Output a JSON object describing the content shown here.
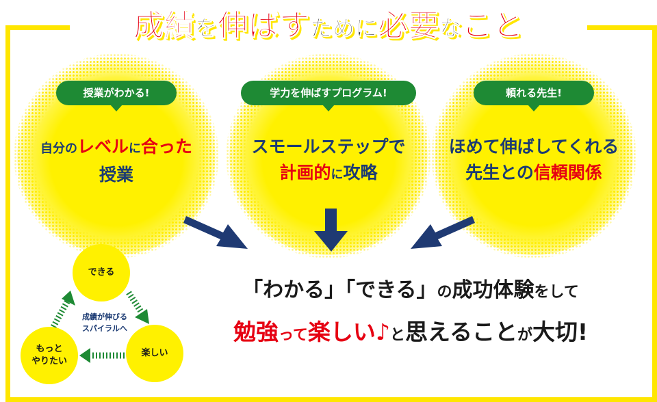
{
  "title": {
    "part1": "成績",
    "part2": "を",
    "part3": "伸ば",
    "part4": "す",
    "part5": "ために",
    "part6": "必要",
    "part7": "な",
    "part8": "こと"
  },
  "bubbles": [
    {
      "pill": "授業がわかる!",
      "line1_a": "自分の",
      "line1_b": "レベル",
      "line1_c": "に",
      "line1_d": "合った",
      "line2": "授業"
    },
    {
      "pill": "学力を伸ばすプログラム!",
      "line1": "スモールステップで",
      "line2_a": "計画的",
      "line2_b": "に",
      "line2_c": "攻略"
    },
    {
      "pill": "頼れる先生!",
      "line1": "ほめて伸ばしてくれる",
      "line2_a": "先生との",
      "line2_b": "信頼関係"
    }
  ],
  "cycle": {
    "top": "できる",
    "right": "楽しい",
    "left_line1": "もっと",
    "left_line2": "やりたい",
    "center_line1": "成績が伸びる",
    "center_line2": "スパイラルへ"
  },
  "message": {
    "line1_a": "「わかる」「できる」",
    "line1_b": "の",
    "line1_c": "成功体験",
    "line1_d": "をして",
    "line2_a": "勉強",
    "line2_b": "って",
    "line2_c": "楽しい♪",
    "line2_d": "と",
    "line2_e": "思えること",
    "line2_f": "が",
    "line2_g": "大切!"
  },
  "colors": {
    "yellow": "#fff100",
    "frame": "#ffe600",
    "red": "#e60012",
    "green": "#1e8a34",
    "navy": "#1c3b73",
    "arrow": "#1f3a73"
  }
}
